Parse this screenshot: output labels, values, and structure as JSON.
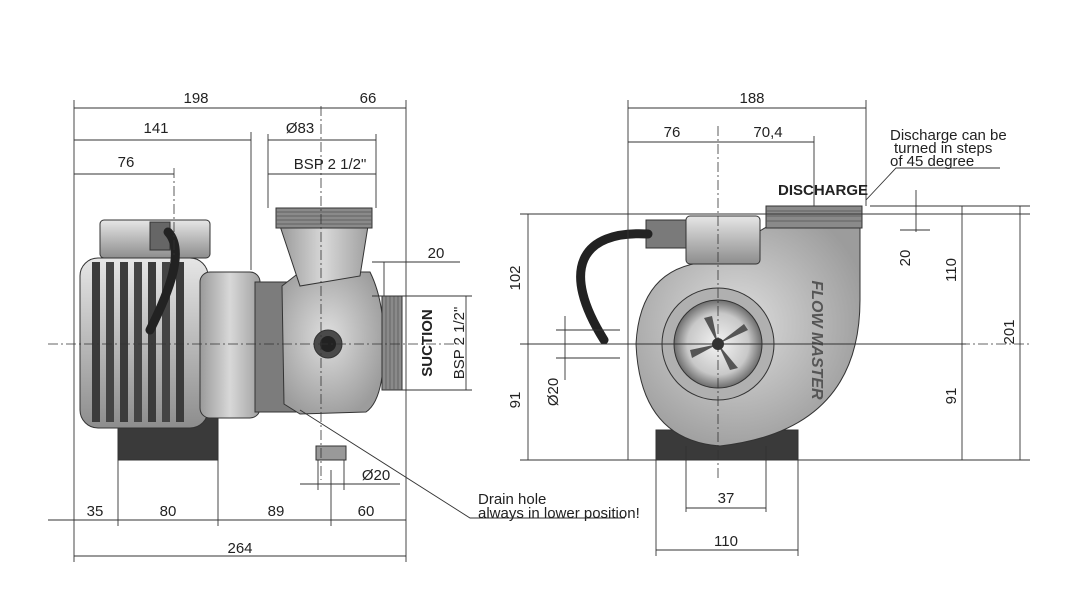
{
  "side_view": {
    "dim_overall_upper": "198",
    "dim_right_upper": "66",
    "dim_motor": "141",
    "dim_diameter_83": "Ø83",
    "dim_junction_box": "76",
    "dim_bsp_discharge": "BSP 2 1/2\"",
    "dim_flange_20": "20",
    "dim_bsp_suction": "BSP 2 1/2\"",
    "label_suction": "SUCTION",
    "dim_drain_diameter": "Ø20",
    "dim_bottom_35": "35",
    "dim_bottom_80": "80",
    "dim_bottom_89": "89",
    "dim_bottom_60": "60",
    "dim_overall_length": "264",
    "note_drain_line1": "Drain hole",
    "note_drain_line2": "always in lower position!"
  },
  "front_view": {
    "dim_width_188": "188",
    "dim_76": "76",
    "dim_70_4": "70,4",
    "note_discharge_line1": "Discharge can be",
    "note_discharge_line2": "turned in steps",
    "note_discharge_line3": "of 45 degree",
    "label_discharge": "DISCHARGE",
    "dim_102": "102",
    "dim_91_left": "91",
    "dim_diameter_20": "Ø20",
    "dim_20_top": "20",
    "dim_110_height": "110",
    "dim_91_right": "91",
    "dim_201": "201",
    "dim_37": "37",
    "dim_110_base": "110",
    "logo_text": "FLOW MASTER"
  }
}
